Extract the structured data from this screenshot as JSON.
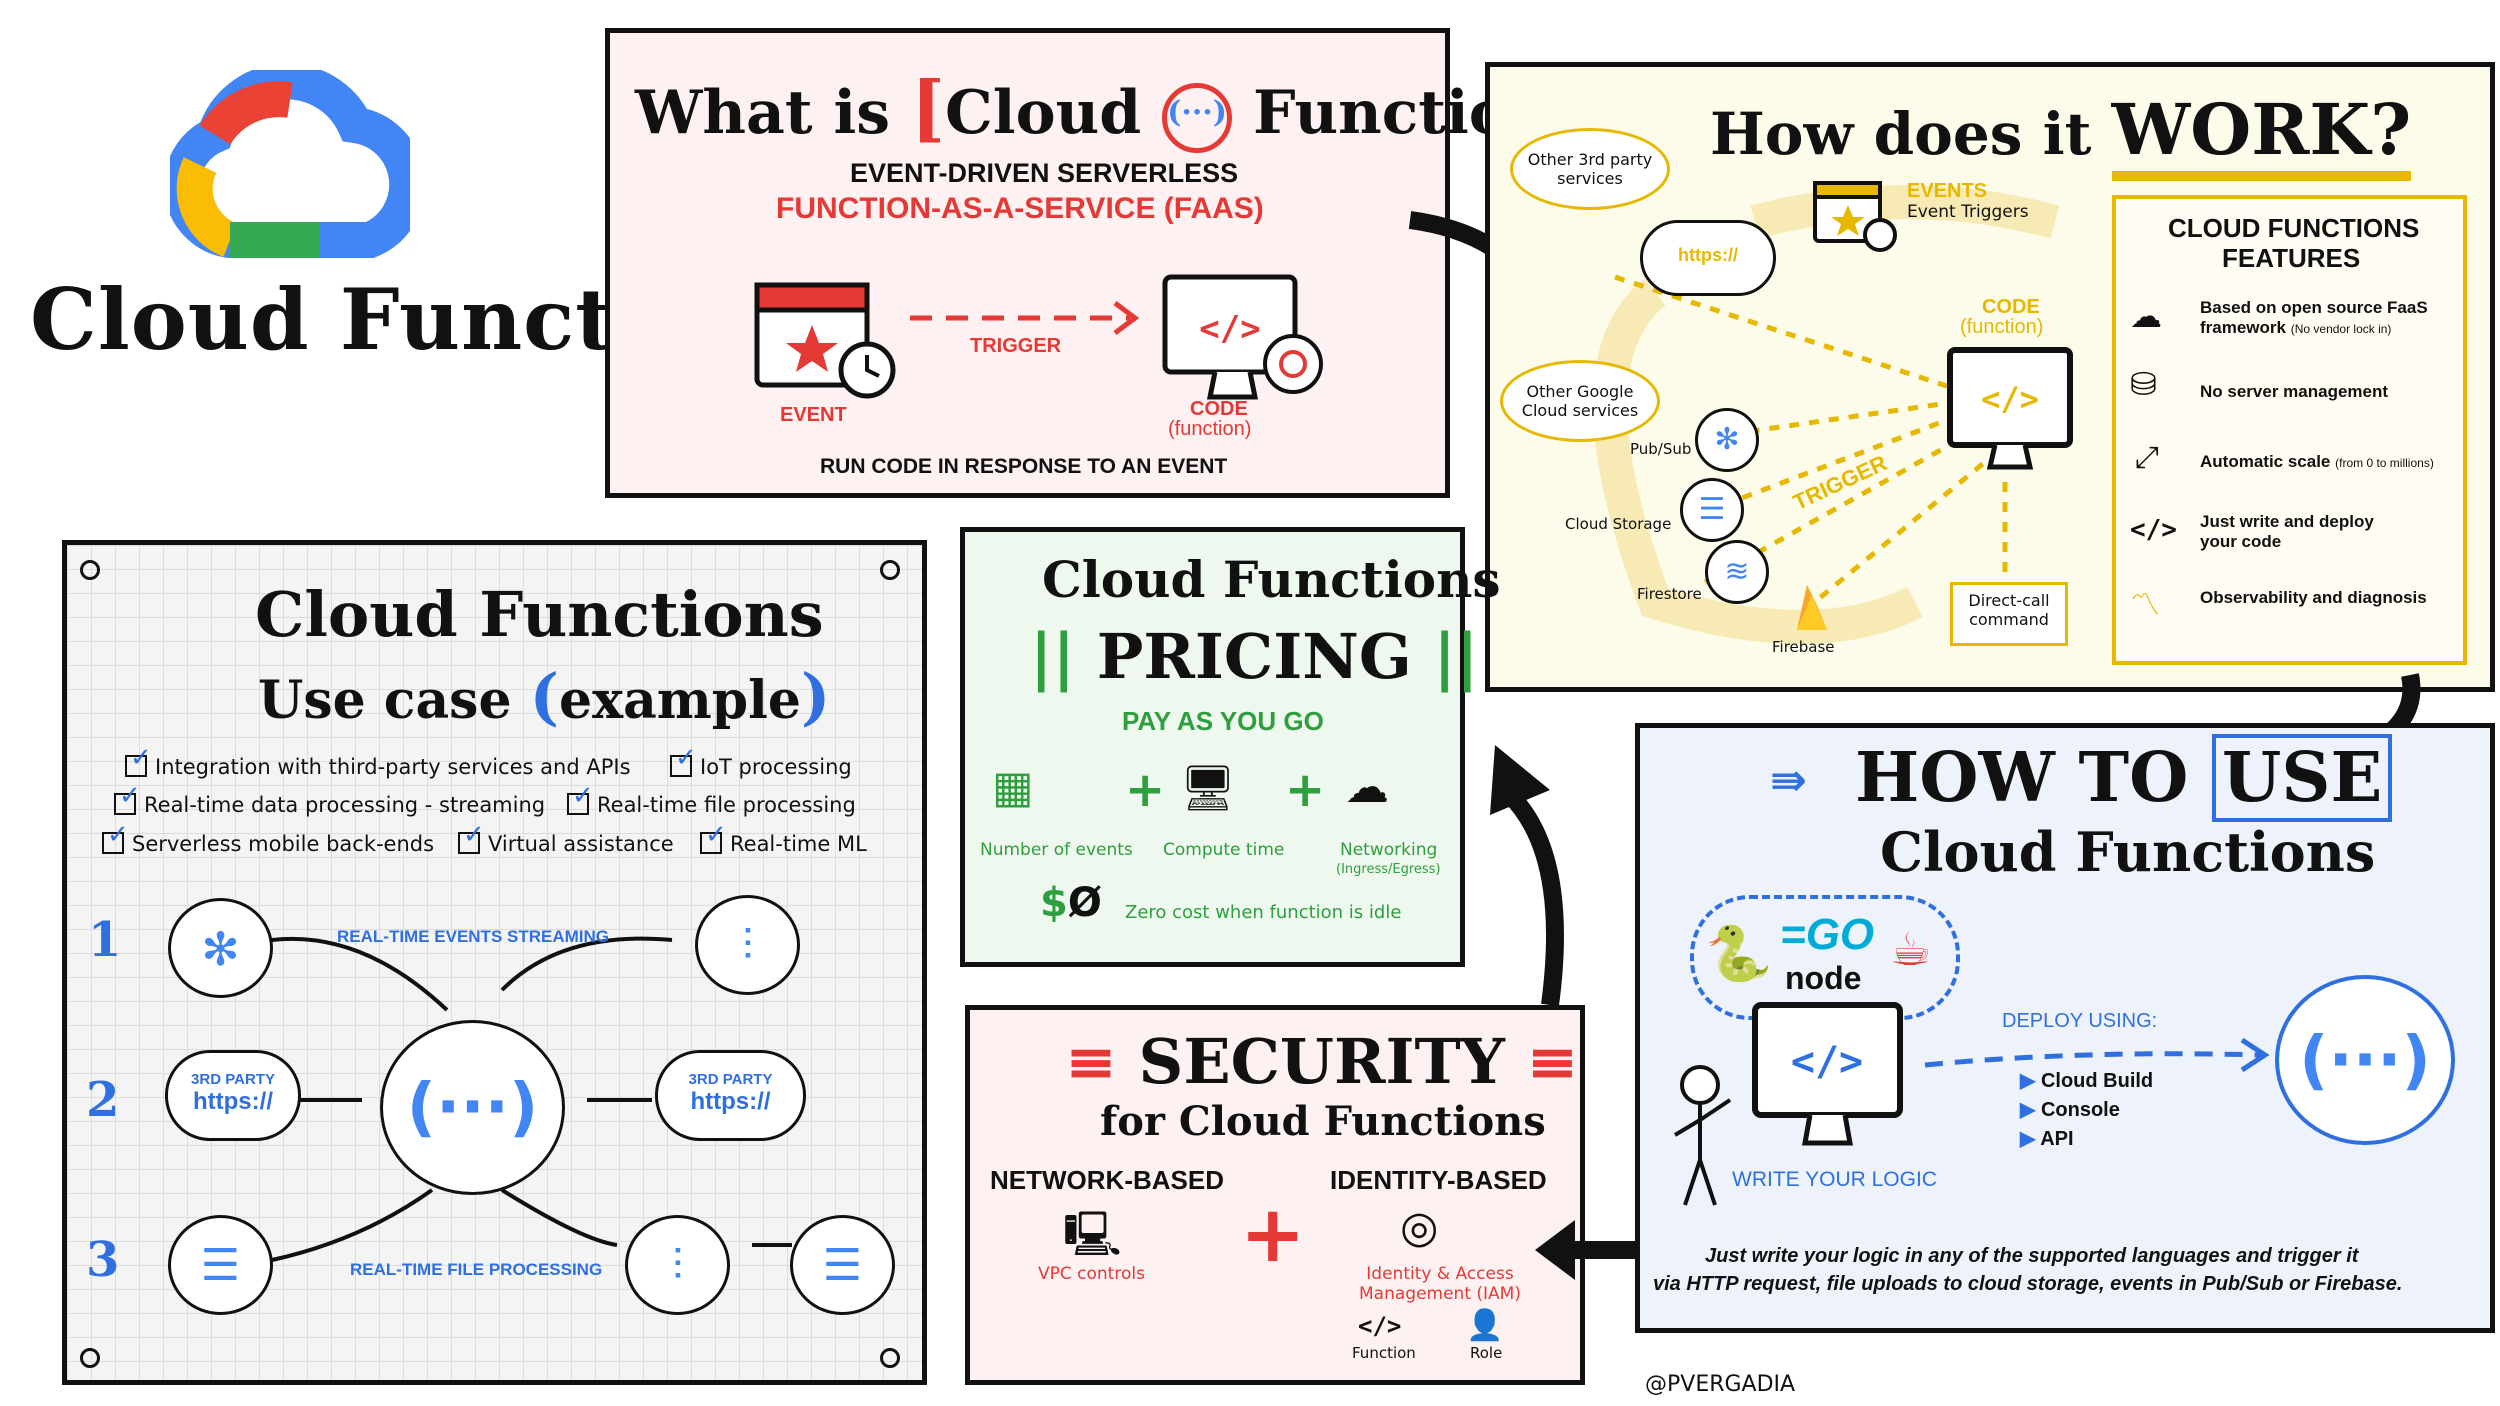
{
  "logo": {
    "title": "Cloud Functions"
  },
  "what_is": {
    "title_pre": "What is",
    "title_cloud": "Cloud",
    "title_functions": "Functions",
    "title_q": "?",
    "subtitle1": "EVENT-DRIVEN SERVERLESS",
    "subtitle2": "FUNCTION-AS-A-SERVICE (FAAS)",
    "event_label": "EVENT",
    "trigger_label": "TRIGGER",
    "code_label": "CODE",
    "code_sub": "(function)",
    "footer": "RUN CODE IN RESPONSE TO AN EVENT"
  },
  "how_work": {
    "title_pre": "How does it",
    "title_work": "WORK?",
    "other3rd": "Other 3rd party services",
    "https": "https://",
    "events": "EVENTS",
    "event_triggers": "Event Triggers",
    "code": "CODE",
    "code_sub": "(function)",
    "other_google": "Other Google Cloud services",
    "pubsub": "Pub/Sub",
    "trigger": "TRIGGER",
    "cloud_storage": "Cloud Storage",
    "firestore": "Firestore",
    "firebase": "Firebase",
    "direct_call": "Direct-call command",
    "features_title1": "CLOUD FUNCTIONS",
    "features_title2": "FEATURES",
    "features": [
      {
        "text": "Based on open source FaaS framework",
        "small": "(No vendor lock in)"
      },
      {
        "text": "No server management",
        "small": ""
      },
      {
        "text": "Automatic scale",
        "small": "(from 0 to millions)"
      },
      {
        "text": "Just write and deploy your code",
        "small": ""
      },
      {
        "text": "Observability and diagnosis",
        "small": ""
      }
    ]
  },
  "use_case": {
    "title1": "Cloud Functions",
    "title2_pre": "Use case",
    "title2_ex": "example",
    "checks": [
      "Integration with third-party services and APIs",
      "IoT processing",
      "Real-time data processing - streaming",
      "Real-time file processing",
      "Serverless mobile back-ends",
      "Virtual assistance",
      "Real-time ML"
    ],
    "n1": "1",
    "n2": "2",
    "n3": "3",
    "streaming": "REAL-TIME EVENTS STREAMING",
    "file_proc": "REAL-TIME FILE PROCESSING",
    "third_party": "3RD PARTY",
    "https": "https://"
  },
  "pricing": {
    "title1": "Cloud Functions",
    "title2": "PRICING",
    "pay": "PAY AS YOU GO",
    "items": [
      "Number of events",
      "Compute time",
      "Networking"
    ],
    "networking_sub": "(Ingress/Egress)",
    "zero": "Zero cost when function is idle",
    "dollar": "$"
  },
  "security": {
    "title1": "SECURITY",
    "title2": "for Cloud Functions",
    "network": "NETWORK-BASED",
    "identity": "IDENTITY-BASED",
    "vpc": "VPC controls",
    "iam": "Identity & Access Management (IAM)",
    "function": "Function",
    "role": "Role"
  },
  "how_use": {
    "title_pre": "HOW TO",
    "title_use": "USE",
    "title2": "Cloud Functions",
    "go": "GO",
    "node": "node",
    "deploy": "DEPLOY USING:",
    "deploy_items": [
      "Cloud Build",
      "Console",
      "API"
    ],
    "write": "WRITE YOUR LOGIC",
    "desc1": "Just write your logic in any of the supported languages and trigger it",
    "desc2": "via HTTP request, file uploads to cloud storage, events in Pub/Sub or Firebase."
  },
  "credit": "@PVERGADIA",
  "colors": {
    "red": "#e53935",
    "green": "#2e9e3e",
    "blue": "#2f6fe0",
    "yellow": "#e6b800"
  }
}
